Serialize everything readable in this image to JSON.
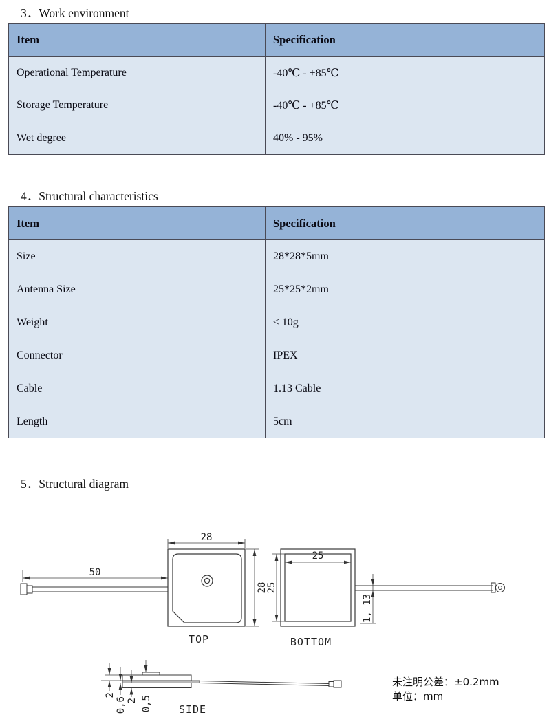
{
  "sections": {
    "work_environment": {
      "heading": "3．Work environment",
      "table": {
        "headers": {
          "item": "Item",
          "spec": "Specification"
        },
        "rows": [
          {
            "item": "Operational Temperature",
            "spec": "-40℃ - +85℃"
          },
          {
            "item": "Storage Temperature",
            "spec": "-40℃ - +85℃"
          },
          {
            "item": "Wet degree",
            "spec": "40% - 95%"
          }
        ]
      }
    },
    "structural_characteristics": {
      "heading": "4．Structural characteristics",
      "table": {
        "headers": {
          "item": "Item",
          "spec": "Specification"
        },
        "rows": [
          {
            "item": "Size",
            "spec": "28*28*5mm"
          },
          {
            "item": "Antenna Size",
            "spec": "25*25*2mm"
          },
          {
            "item": "Weight",
            "spec": "≤ 10g"
          },
          {
            "item": "Connector",
            "spec": "IPEX"
          },
          {
            "item": "Cable",
            "spec": "1.13 Cable"
          },
          {
            "item": "Length",
            "spec": "5cm"
          }
        ]
      }
    },
    "structural_diagram": {
      "heading": "5．Structural diagram",
      "views": {
        "top": "TOP",
        "bottom": "BOTTOM",
        "side": "SIDE"
      },
      "dimensions": {
        "top_width_mm": "28",
        "top_height_mm": "28",
        "cable_length_mm": "50",
        "bottom_width_mm": "25",
        "bottom_height_mm": "25",
        "cable_diameter_mm": "1, 13",
        "side_layer1_mm": "2",
        "side_layer2_mm": "0,6",
        "side_layer3_mm": "2",
        "side_layer4_mm": "0,5"
      },
      "notes": {
        "tolerance": "未注明公差：±0.2mm",
        "unit": "单位：mm"
      }
    }
  },
  "colors": {
    "table_header_bg": "#95b3d7",
    "table_row_bg": "#dce6f1",
    "table_border": "#4a4a55",
    "diagram_line": "#3a3a3a"
  }
}
